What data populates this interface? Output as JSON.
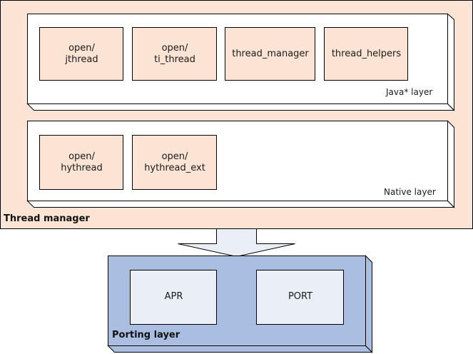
{
  "thread_manager": {
    "title": "Thread manager",
    "java_layer": {
      "label": "Java* layer",
      "components": [
        "open/\njthread",
        "open/\nti_thread",
        "thread_manager",
        "thread_helpers"
      ]
    },
    "native_layer": {
      "label": "Native layer",
      "components": [
        "open/\nhythread",
        "open/\nhythread_ext"
      ]
    }
  },
  "porting_layer": {
    "title": "Porting layer",
    "components": [
      "APR",
      "PORT"
    ]
  },
  "colors": {
    "manager_fill": "#fce4d4",
    "component_fill": "#fce4d4",
    "porting_fill": "#a9bee0",
    "porting_component_fill": "#e9eef7",
    "arrow_fill": "#e9eef7",
    "border": "#000000"
  }
}
